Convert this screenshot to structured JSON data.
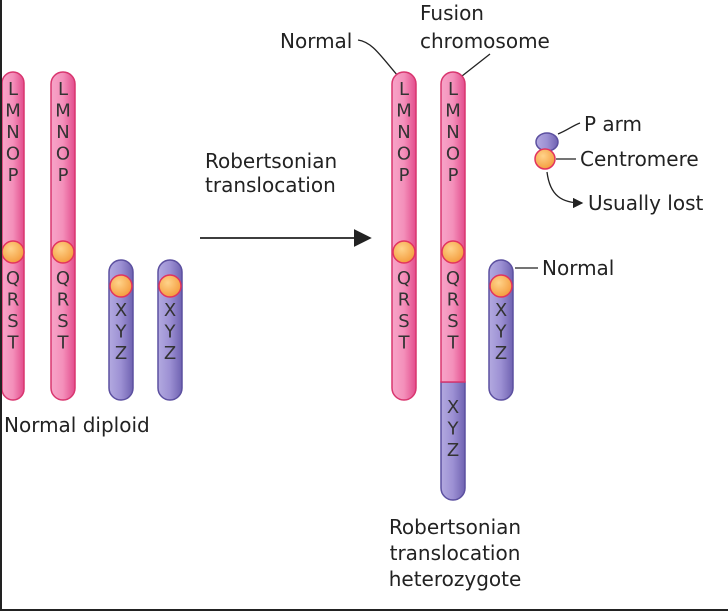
{
  "labels": {
    "normal_diploid": "Normal diploid",
    "translocation_line1": "Robertsonian",
    "translocation_line2": "translocation",
    "fusion_line1": "Fusion",
    "fusion_line2": "chromosome",
    "normal_top": "Normal",
    "normal_right": "Normal",
    "p_arm": "P arm",
    "centromere": "Centromere",
    "usually_lost": "Usually lost",
    "heterozygote_line1": "Robertsonian",
    "heterozygote_line2": "translocation",
    "heterozygote_line3": "heterozygote"
  },
  "genes": {
    "pink_p_arm": [
      "L",
      "M",
      "N",
      "O",
      "P"
    ],
    "pink_q_arm": [
      "Q",
      "R",
      "S",
      "T"
    ],
    "purple_q_arm": [
      "X",
      "Y",
      "Z"
    ]
  },
  "colors": {
    "pink": "#ee5b9b",
    "pink_light": "#f7a5c8",
    "purple": "#7a6dba",
    "purple_light": "#b3a9e0",
    "centromere": "#f5a04a",
    "centromere_edge": "#e2335f"
  }
}
